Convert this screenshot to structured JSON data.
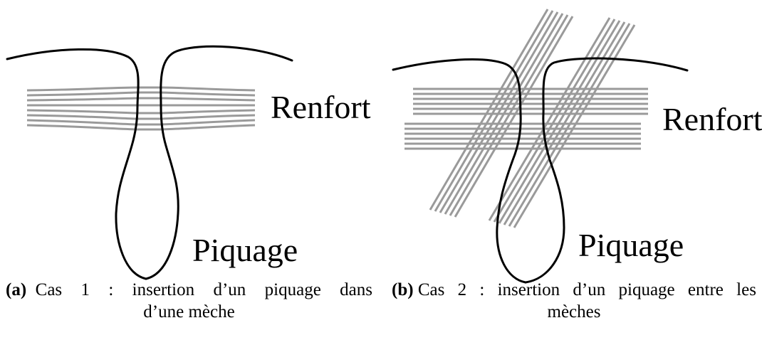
{
  "panels": [
    {
      "id": "a",
      "renfort_label": "Renfort",
      "piquage_label": "Piquage",
      "caption": {
        "tag": "(a)",
        "line1_words": [
          "Cas",
          "1",
          ":",
          "insertion",
          "d’un",
          "piquage",
          "dans"
        ],
        "line2": "d’une mèche"
      }
    },
    {
      "id": "b",
      "renfort_label": "Renfort",
      "piquage_label": "Piquage",
      "caption": {
        "tag": "(b)",
        "line1_words": [
          "Cas",
          "2",
          ":",
          "insertion",
          "d’un",
          "piquage",
          "entre",
          "les"
        ],
        "line2": "mèches"
      }
    }
  ],
  "colors": {
    "fiber": "#9a9a9a",
    "thread": "#000000"
  }
}
